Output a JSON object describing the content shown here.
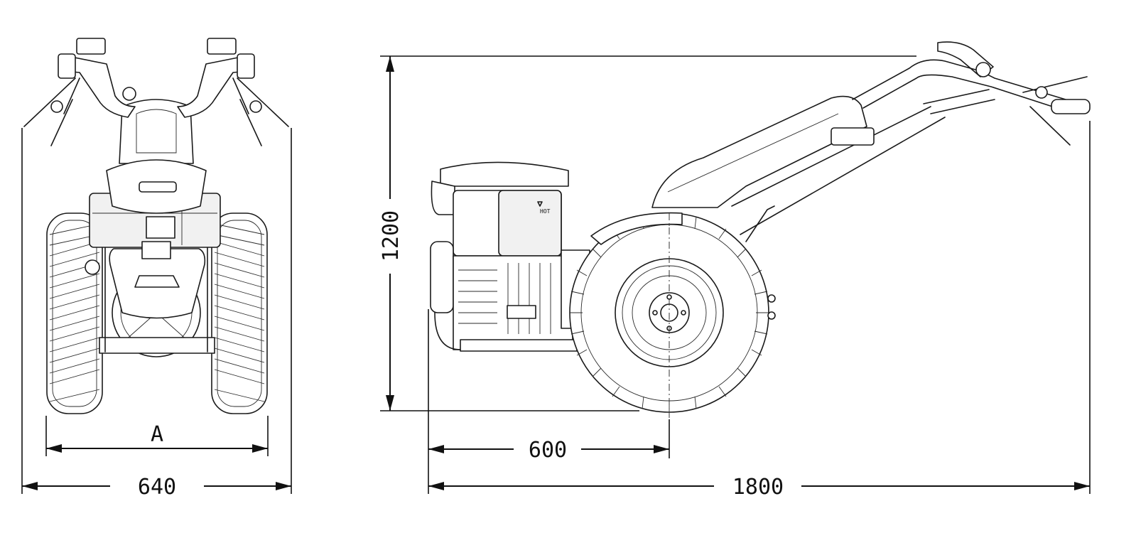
{
  "dimensions": {
    "track_width_label": "A",
    "overall_width": "640",
    "height": "1200",
    "wheel_axle_offset": "600",
    "overall_length": "1800"
  },
  "engine_label": "HOT"
}
